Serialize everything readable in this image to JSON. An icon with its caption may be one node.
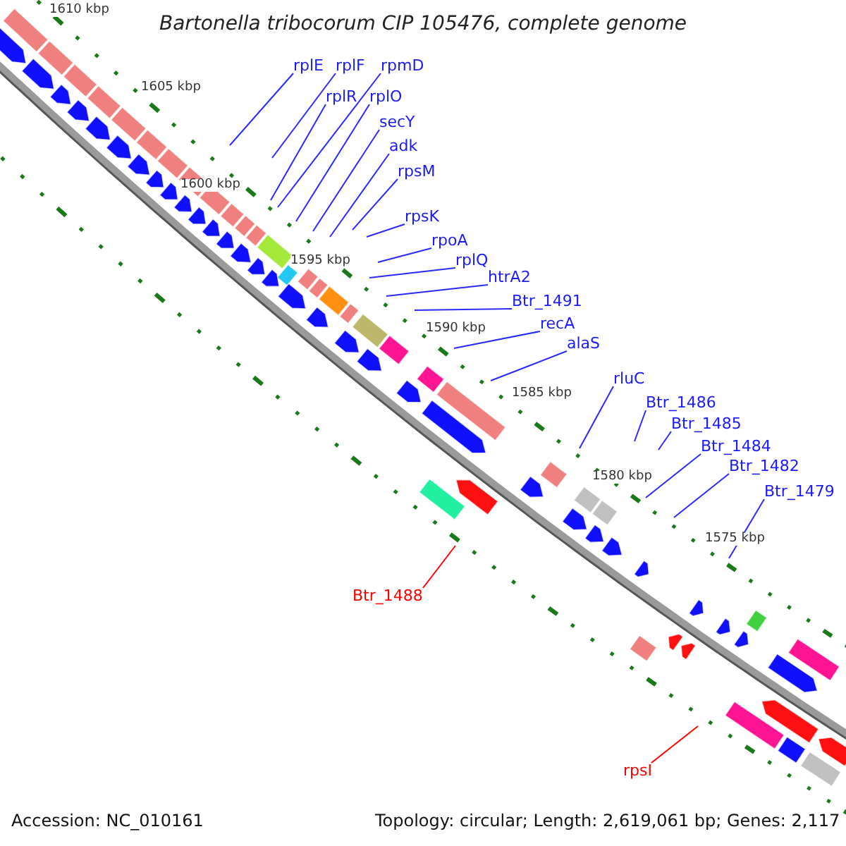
{
  "diagram": {
    "title": "Bartonella tribocorum CIP 105476, complete genome",
    "nodes": [
      {
        "text": [
          "rplE"
        ]
      },
      {
        "text": [
          "rplF"
        ]
      },
      {
        "text": [
          "rpmD"
        ]
      },
      {
        "text": [
          "rplR"
        ]
      },
      {
        "text": [
          "rplO"
        ]
      },
      {
        "text": [
          "secY"
        ]
      },
      {
        "text": [
          "adk"
        ]
      },
      {
        "text": [
          "rpsM"
        ]
      },
      {
        "text": [
          "rpsK"
        ]
      },
      {
        "text": [
          "rpoA"
        ]
      },
      {
        "text": [
          "rplQ"
        ]
      },
      {
        "text": [
          "htrA2"
        ]
      },
      {
        "text": [
          "Btr_1491"
        ]
      },
      {
        "text": [
          "recA"
        ]
      },
      {
        "text": [
          "alaS"
        ]
      },
      {
        "text": [
          "rluC"
        ]
      },
      {
        "text": [
          "Btr_1486"
        ]
      },
      {
        "text": [
          "Btr_1485"
        ]
      },
      {
        "text": [
          "Btr_1484"
        ]
      },
      {
        "text": [
          "Btr_1482"
        ]
      },
      {
        "text": [
          "Btr_1479"
        ]
      },
      {
        "text": [
          "Btr_1488"
        ]
      },
      {
        "text": [
          "rpsI"
        ]
      }
    ],
    "edges": [
      {
        "from": 0,
        "to": null,
        "arrow": "none"
      },
      {
        "from": 1,
        "to": null,
        "arrow": "none"
      },
      {
        "from": 2,
        "to": null,
        "arrow": "none"
      },
      {
        "from": 3,
        "to": null,
        "arrow": "none"
      },
      {
        "from": 4,
        "to": null,
        "arrow": "none"
      },
      {
        "from": 5,
        "to": null,
        "arrow": "none"
      },
      {
        "from": 6,
        "to": null,
        "arrow": "none"
      },
      {
        "from": 7,
        "to": null,
        "arrow": "none"
      },
      {
        "from": 8,
        "to": null,
        "arrow": "none"
      },
      {
        "from": 9,
        "to": null,
        "arrow": "none"
      },
      {
        "from": 10,
        "to": null,
        "arrow": "none"
      },
      {
        "from": 11,
        "to": null,
        "arrow": "none"
      },
      {
        "from": 12,
        "to": null,
        "arrow": "none"
      },
      {
        "from": 13,
        "to": null,
        "arrow": "none"
      },
      {
        "from": 14,
        "to": null,
        "arrow": "none"
      },
      {
        "from": 15,
        "to": null,
        "arrow": "none"
      },
      {
        "from": 16,
        "to": null,
        "arrow": "none"
      },
      {
        "from": 17,
        "to": null,
        "arrow": "none"
      },
      {
        "from": 18,
        "to": null,
        "arrow": "none"
      },
      {
        "from": 19,
        "to": null,
        "arrow": "none"
      },
      {
        "from": 20,
        "to": null,
        "arrow": "none"
      },
      {
        "from": 21,
        "to": null,
        "arrow": "none",
        "color": "#ff0000"
      },
      {
        "from": 22,
        "to": null,
        "arrow": "none",
        "color": "#ff0000"
      }
    ],
    "labels": [
      "1610 kbp",
      "1605 kbp",
      "1600 kbp",
      "1595 kbp",
      "1590 kbp",
      "1585 kbp",
      "1580 kbp",
      "1575 kbp",
      "Accession: NC_010161",
      "Topology: circular; Length: 2,619,061 bp; Genes: 2,117"
    ]
  }
}
